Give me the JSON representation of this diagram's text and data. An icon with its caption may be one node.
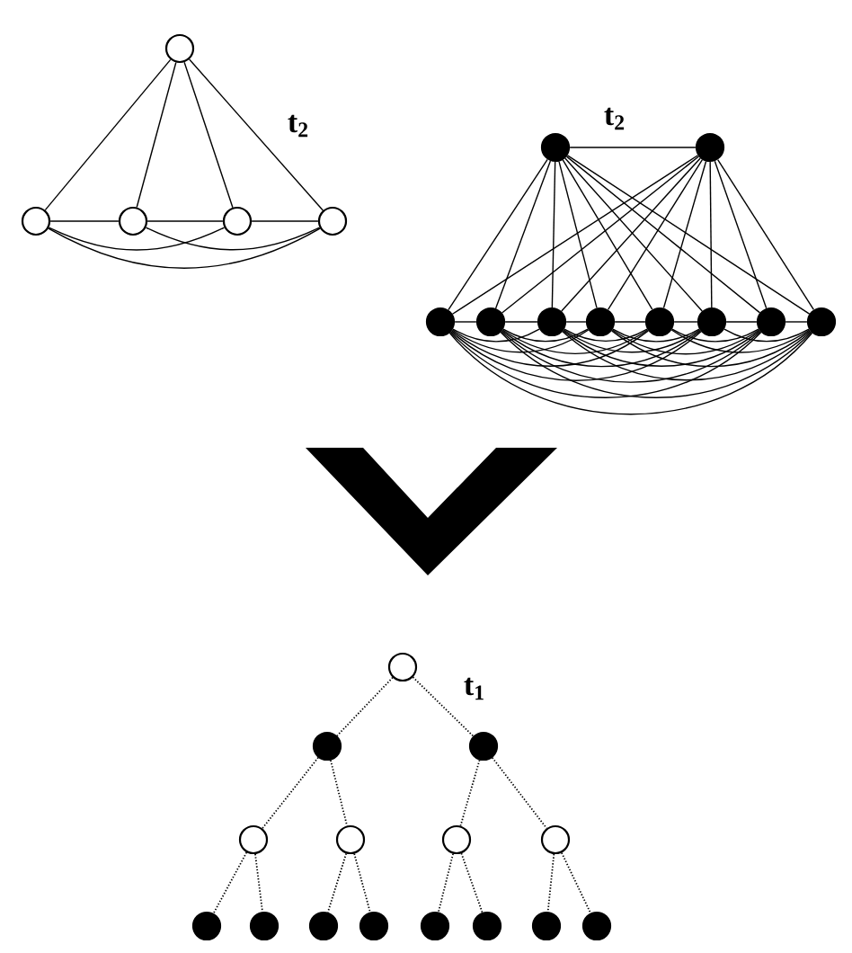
{
  "diagram": {
    "nodes": [
      {
        "text": [],
        "shape": "circle"
      },
      {
        "text": [],
        "shape": "circle"
      },
      {
        "text": [],
        "shape": "circle"
      },
      {
        "text": [],
        "shape": "circle"
      },
      {
        "text": [],
        "shape": "circle"
      },
      {
        "text": [],
        "shape": "circle"
      },
      {
        "text": [],
        "shape": "circle"
      },
      {
        "text": [],
        "shape": "circle"
      },
      {
        "text": [],
        "shape": "circle"
      },
      {
        "text": [],
        "shape": "circle"
      },
      {
        "text": [],
        "shape": "circle"
      },
      {
        "text": [],
        "shape": "circle"
      },
      {
        "text": [],
        "shape": "circle"
      },
      {
        "text": [],
        "shape": "circle"
      },
      {
        "text": [],
        "shape": "circle"
      },
      {
        "text": [],
        "shape": "circle"
      },
      {
        "text": [],
        "shape": "circle"
      },
      {
        "text": [],
        "shape": "circle"
      },
      {
        "text": [],
        "shape": "circle"
      },
      {
        "text": [],
        "shape": "circle"
      },
      {
        "text": [],
        "shape": "circle"
      },
      {
        "text": [],
        "shape": "circle"
      },
      {
        "text": [],
        "shape": "circle"
      },
      {
        "text": [],
        "shape": "circle"
      },
      {
        "text": [],
        "shape": "circle"
      },
      {
        "text": [],
        "shape": "circle"
      },
      {
        "text": [],
        "shape": "circle"
      },
      {
        "text": [],
        "shape": "circle"
      },
      {
        "text": [],
        "shape": "circle"
      },
      {
        "text": [],
        "shape": "circle"
      }
    ],
    "edges": [
      {
        "from": 0,
        "to": 1,
        "arrow": "none"
      },
      {
        "from": 0,
        "to": 2,
        "arrow": "none"
      },
      {
        "from": 0,
        "to": 3,
        "arrow": "none"
      },
      {
        "from": 0,
        "to": 4,
        "arrow": "none"
      },
      {
        "from": 1,
        "to": 2,
        "arrow": "none"
      },
      {
        "from": 1,
        "to": 3,
        "arrow": "none"
      },
      {
        "from": 1,
        "to": 4,
        "arrow": "none"
      },
      {
        "from": 2,
        "to": 3,
        "arrow": "none"
      },
      {
        "from": 2,
        "to": 4,
        "arrow": "none"
      },
      {
        "from": 3,
        "to": 4,
        "arrow": "none"
      },
      {
        "from": 5,
        "to": 6,
        "arrow": "none"
      },
      {
        "from": 5,
        "to": 7,
        "arrow": "none"
      },
      {
        "from": 5,
        "to": 8,
        "arrow": "none"
      },
      {
        "from": 5,
        "to": 9,
        "arrow": "none"
      },
      {
        "from": 5,
        "to": 10,
        "arrow": "none"
      },
      {
        "from": 5,
        "to": 11,
        "arrow": "none"
      },
      {
        "from": 5,
        "to": 12,
        "arrow": "none"
      },
      {
        "from": 5,
        "to": 13,
        "arrow": "none"
      },
      {
        "from": 5,
        "to": 14,
        "arrow": "none"
      },
      {
        "from": 6,
        "to": 7,
        "arrow": "none"
      },
      {
        "from": 6,
        "to": 8,
        "arrow": "none"
      },
      {
        "from": 6,
        "to": 9,
        "arrow": "none"
      },
      {
        "from": 6,
        "to": 10,
        "arrow": "none"
      },
      {
        "from": 6,
        "to": 11,
        "arrow": "none"
      },
      {
        "from": 6,
        "to": 12,
        "arrow": "none"
      },
      {
        "from": 6,
        "to": 13,
        "arrow": "none"
      },
      {
        "from": 6,
        "to": 14,
        "arrow": "none"
      },
      {
        "from": 7,
        "to": 8,
        "arrow": "none"
      },
      {
        "from": 7,
        "to": 9,
        "arrow": "none"
      },
      {
        "from": 7,
        "to": 10,
        "arrow": "none"
      },
      {
        "from": 7,
        "to": 11,
        "arrow": "none"
      },
      {
        "from": 7,
        "to": 12,
        "arrow": "none"
      },
      {
        "from": 7,
        "to": 13,
        "arrow": "none"
      },
      {
        "from": 7,
        "to": 14,
        "arrow": "none"
      },
      {
        "from": 8,
        "to": 9,
        "arrow": "none"
      },
      {
        "from": 8,
        "to": 10,
        "arrow": "none"
      },
      {
        "from": 8,
        "to": 11,
        "arrow": "none"
      },
      {
        "from": 8,
        "to": 12,
        "arrow": "none"
      },
      {
        "from": 8,
        "to": 13,
        "arrow": "none"
      },
      {
        "from": 8,
        "to": 14,
        "arrow": "none"
      },
      {
        "from": 9,
        "to": 10,
        "arrow": "none"
      },
      {
        "from": 9,
        "to": 11,
        "arrow": "none"
      },
      {
        "from": 9,
        "to": 12,
        "arrow": "none"
      },
      {
        "from": 9,
        "to": 13,
        "arrow": "none"
      },
      {
        "from": 9,
        "to": 14,
        "arrow": "none"
      },
      {
        "from": 10,
        "to": 11,
        "arrow": "none"
      },
      {
        "from": 10,
        "to": 12,
        "arrow": "none"
      },
      {
        "from": 10,
        "to": 13,
        "arrow": "none"
      },
      {
        "from": 10,
        "to": 14,
        "arrow": "none"
      },
      {
        "from": 11,
        "to": 12,
        "arrow": "none"
      },
      {
        "from": 11,
        "to": 13,
        "arrow": "none"
      },
      {
        "from": 11,
        "to": 14,
        "arrow": "none"
      },
      {
        "from": 12,
        "to": 13,
        "arrow": "none"
      },
      {
        "from": 12,
        "to": 14,
        "arrow": "none"
      },
      {
        "from": 13,
        "to": 14,
        "arrow": "none"
      },
      {
        "from": 15,
        "to": 16,
        "arrow": "none",
        "style": "dashed"
      },
      {
        "from": 15,
        "to": 17,
        "arrow": "none",
        "style": "dashed"
      },
      {
        "from": 16,
        "to": 18,
        "arrow": "none",
        "style": "dashed"
      },
      {
        "from": 16,
        "to": 19,
        "arrow": "none",
        "style": "dashed"
      },
      {
        "from": 17,
        "to": 20,
        "arrow": "none",
        "style": "dashed"
      },
      {
        "from": 17,
        "to": 21,
        "arrow": "none",
        "style": "dashed"
      },
      {
        "from": 18,
        "to": 22,
        "arrow": "none",
        "style": "dashed"
      },
      {
        "from": 18,
        "to": 23,
        "arrow": "none",
        "style": "dashed"
      },
      {
        "from": 19,
        "to": 24,
        "arrow": "none",
        "style": "dashed"
      },
      {
        "from": 19,
        "to": 25,
        "arrow": "none",
        "style": "dashed"
      },
      {
        "from": 20,
        "to": 26,
        "arrow": "none",
        "style": "dashed"
      },
      {
        "from": 20,
        "to": 27,
        "arrow": "none",
        "style": "dashed"
      },
      {
        "from": 21,
        "to": 28,
        "arrow": "none",
        "style": "dashed"
      },
      {
        "from": 21,
        "to": 29,
        "arrow": "none",
        "style": "dashed"
      }
    ],
    "labels": [
      "t$_{2}$",
      "t$_{2}$",
      "t$_{1}$"
    ]
  }
}
